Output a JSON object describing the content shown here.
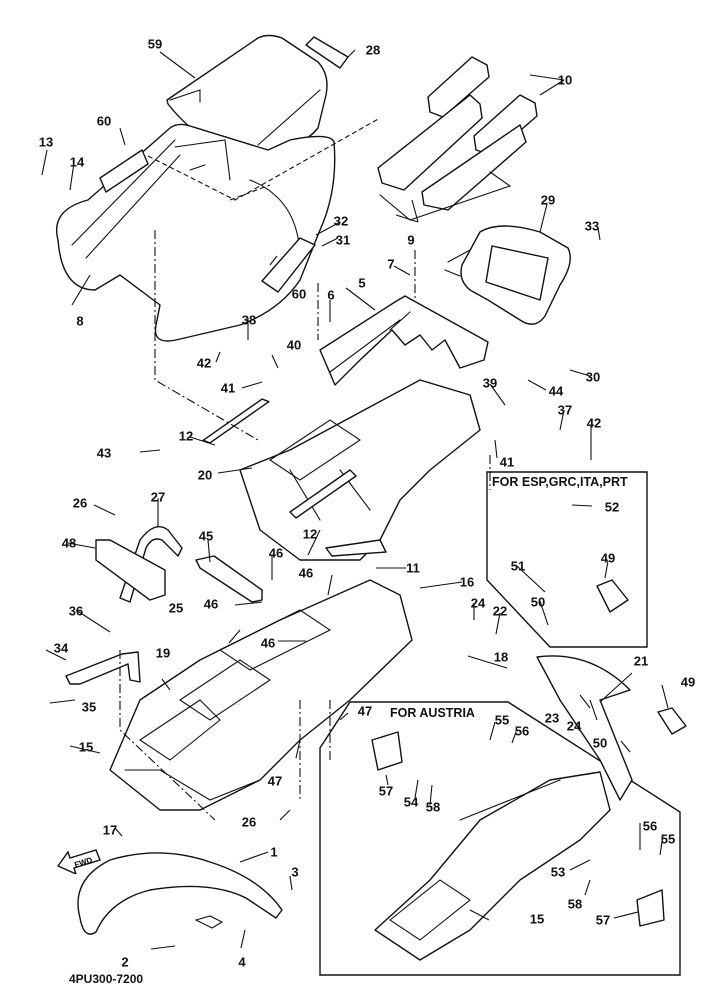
{
  "diagram": {
    "title_code": "4PU300-7200",
    "direction_marker": "FWD",
    "insets": [
      {
        "label": "FOR ESP,GRC,ITA,PRT",
        "parts": [
          "52",
          "51",
          "49",
          "50"
        ]
      },
      {
        "label": "FOR AUSTRIA",
        "parts": [
          "55",
          "56",
          "57",
          "54",
          "58",
          "53",
          "15"
        ]
      }
    ],
    "callouts": [
      {
        "id": "c59",
        "num": "59"
      },
      {
        "id": "c28",
        "num": "28"
      },
      {
        "id": "c10",
        "num": "10"
      },
      {
        "id": "c13",
        "num": "13"
      },
      {
        "id": "c14",
        "num": "14"
      },
      {
        "id": "c60a",
        "num": "60"
      },
      {
        "id": "c32",
        "num": "32"
      },
      {
        "id": "c31",
        "num": "31"
      },
      {
        "id": "c9",
        "num": "9"
      },
      {
        "id": "c29",
        "num": "29"
      },
      {
        "id": "c33",
        "num": "33"
      },
      {
        "id": "c8",
        "num": "8"
      },
      {
        "id": "c60b",
        "num": "60"
      },
      {
        "id": "c7",
        "num": "7"
      },
      {
        "id": "c5",
        "num": "5"
      },
      {
        "id": "c6",
        "num": "6"
      },
      {
        "id": "c38",
        "num": "38"
      },
      {
        "id": "c42a",
        "num": "42"
      },
      {
        "id": "c40",
        "num": "40"
      },
      {
        "id": "c41a",
        "num": "41"
      },
      {
        "id": "c30",
        "num": "30"
      },
      {
        "id": "c44",
        "num": "44"
      },
      {
        "id": "c39",
        "num": "39"
      },
      {
        "id": "c37",
        "num": "37"
      },
      {
        "id": "c42b",
        "num": "42"
      },
      {
        "id": "c41b",
        "num": "41"
      },
      {
        "id": "c12a",
        "num": "12"
      },
      {
        "id": "c43",
        "num": "43"
      },
      {
        "id": "c20",
        "num": "20"
      },
      {
        "id": "c26a",
        "num": "26"
      },
      {
        "id": "c27",
        "num": "27"
      },
      {
        "id": "c48",
        "num": "48"
      },
      {
        "id": "c12b",
        "num": "12"
      },
      {
        "id": "c45",
        "num": "45"
      },
      {
        "id": "c46a",
        "num": "46"
      },
      {
        "id": "c46b",
        "num": "46"
      },
      {
        "id": "c46c",
        "num": "46"
      },
      {
        "id": "c46d",
        "num": "46"
      },
      {
        "id": "c25",
        "num": "25"
      },
      {
        "id": "c36",
        "num": "36"
      },
      {
        "id": "c11",
        "num": "11"
      },
      {
        "id": "c16",
        "num": "16"
      },
      {
        "id": "c24a",
        "num": "24"
      },
      {
        "id": "c22",
        "num": "22"
      },
      {
        "id": "c18",
        "num": "18"
      },
      {
        "id": "c34",
        "num": "34"
      },
      {
        "id": "c19",
        "num": "19"
      },
      {
        "id": "c35",
        "num": "35"
      },
      {
        "id": "c15a",
        "num": "15"
      },
      {
        "id": "c47a",
        "num": "47"
      },
      {
        "id": "c47b",
        "num": "47"
      },
      {
        "id": "c26b",
        "num": "26"
      },
      {
        "id": "c17",
        "num": "17"
      },
      {
        "id": "c1",
        "num": "1"
      },
      {
        "id": "c3",
        "num": "3"
      },
      {
        "id": "c2",
        "num": "2"
      },
      {
        "id": "c4",
        "num": "4"
      },
      {
        "id": "c52",
        "num": "52"
      },
      {
        "id": "c51",
        "num": "51"
      },
      {
        "id": "c49a",
        "num": "49"
      },
      {
        "id": "c50a",
        "num": "50"
      },
      {
        "id": "c21",
        "num": "21"
      },
      {
        "id": "c49b",
        "num": "49"
      },
      {
        "id": "c23",
        "num": "23"
      },
      {
        "id": "c24b",
        "num": "24"
      },
      {
        "id": "c50b",
        "num": "50"
      },
      {
        "id": "c55a",
        "num": "55"
      },
      {
        "id": "c56a",
        "num": "56"
      },
      {
        "id": "c57a",
        "num": "57"
      },
      {
        "id": "c54",
        "num": "54"
      },
      {
        "id": "c58a",
        "num": "58"
      },
      {
        "id": "c56b",
        "num": "56"
      },
      {
        "id": "c55b",
        "num": "55"
      },
      {
        "id": "c53",
        "num": "53"
      },
      {
        "id": "c58b",
        "num": "58"
      },
      {
        "id": "c57b",
        "num": "57"
      },
      {
        "id": "c15b",
        "num": "15"
      }
    ]
  }
}
